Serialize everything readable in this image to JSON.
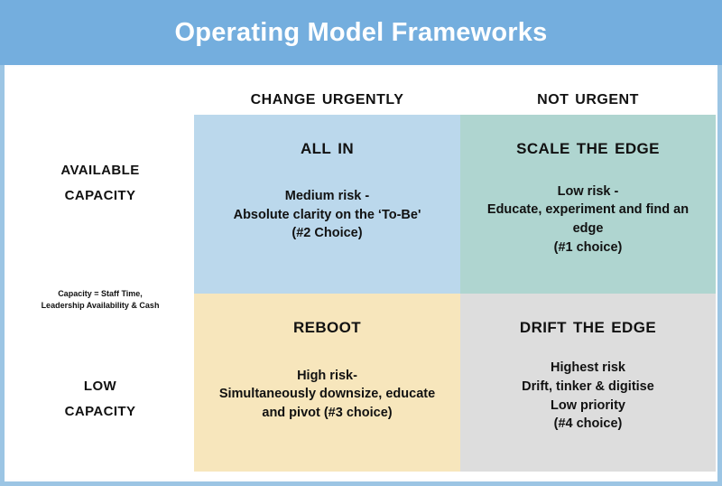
{
  "header": {
    "title": "Operating Model Frameworks",
    "background_color": "#74AEDE",
    "text_color": "#FFFFFF"
  },
  "matrix": {
    "column_headers": [
      {
        "label": "Change Urgently"
      },
      {
        "label": "Not Urgent"
      }
    ],
    "row_headers": [
      {
        "label": "Available\nCapacity"
      },
      {
        "label": "Low\nCapacity"
      }
    ],
    "capacity_note": "Capacity = Staff Time,\nLeadership Availability & Cash",
    "quadrants": [
      {
        "id": "all-in",
        "title": "All In",
        "body": "Medium risk -\nAbsolute clarity on the ‘To-Be'\n(#2 Choice)",
        "color": "#BBD8EC",
        "row": "Available Capacity",
        "column": "Change Urgently",
        "risk": "Medium risk",
        "rank": "#2 Choice"
      },
      {
        "id": "scale-the-edge",
        "title": "Scale The Edge",
        "body": "Low risk -\nEducate, experiment and find an edge\n(#1 choice)",
        "color": "#AFD5D0",
        "row": "Available Capacity",
        "column": "Not Urgent",
        "risk": "Low risk",
        "rank": "#1 choice"
      },
      {
        "id": "reboot",
        "title": "Reboot",
        "body": "High risk-\nSimultaneously downsize, educate and pivot (#3 choice)",
        "color": "#F7E6BC",
        "row": "Low Capacity",
        "column": "Change Urgently",
        "risk": "High risk",
        "rank": "#3 choice"
      },
      {
        "id": "drift-the-edge",
        "title": "Drift The Edge",
        "body": "Highest risk\nDrift, tinker & digitise\nLow priority\n(#4 choice)",
        "color": "#DDDDDD",
        "row": "Low Capacity",
        "column": "Not Urgent",
        "risk": "Highest risk",
        "rank": "#4 choice"
      }
    ]
  }
}
